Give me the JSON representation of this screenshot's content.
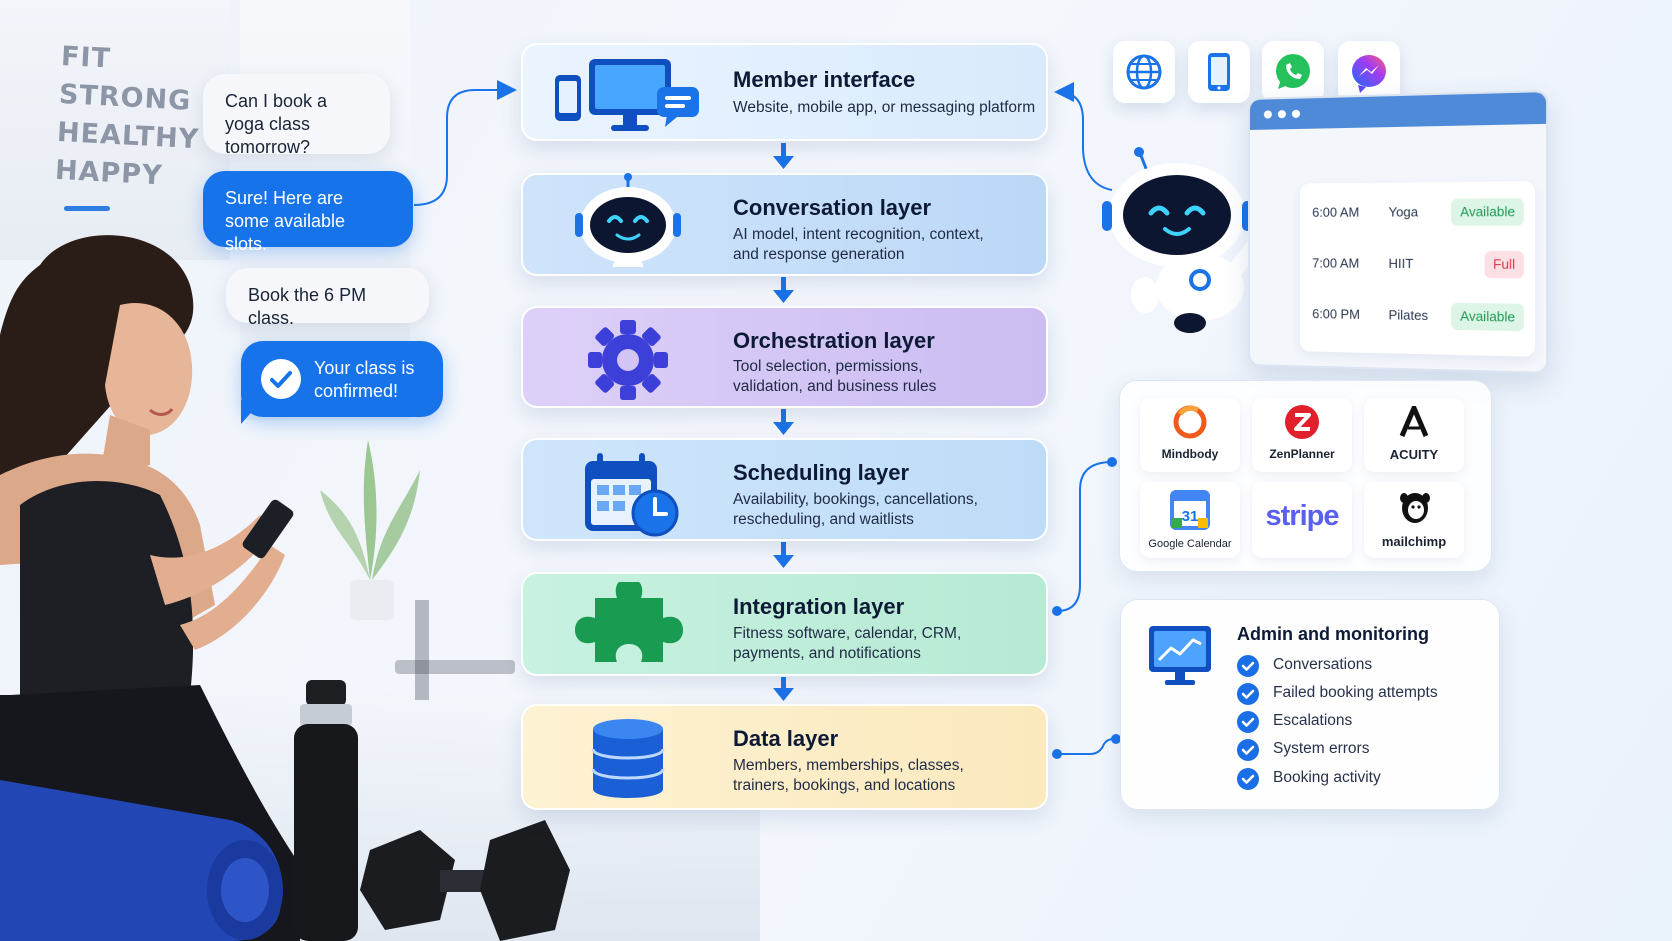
{
  "motto": [
    "FIT",
    "STRONG",
    "HEALTHY",
    "HAPPY"
  ],
  "chat": {
    "user_1": "Can I book a yoga class tomorrow?",
    "bot_1": "Sure! Here are some available slots.",
    "user_2": "Book the 6 PM class.",
    "bot_2": "Your class is confirmed!"
  },
  "layers": [
    {
      "title": "Member interface",
      "desc": "Website, mobile app, or messaging platform",
      "icon": "devices-icon",
      "color": "#e3f0fd"
    },
    {
      "title": "Conversation layer",
      "desc": "AI model, intent recognition, context, and response generation",
      "icon": "robot-icon",
      "color": "#c6defa"
    },
    {
      "title": "Orchestration layer",
      "desc": "Tool selection, permissions, validation, and business rules",
      "icon": "gear-icon",
      "color": "#d4c6f5"
    },
    {
      "title": "Scheduling layer",
      "desc": "Availability, bookings, cancellations, rescheduling, and waitlists",
      "icon": "calendar-clock-icon",
      "color": "#c7e0f9"
    },
    {
      "title": "Integration layer",
      "desc": "Fitness software, calendar, CRM, payments, and notifications",
      "icon": "puzzle-icon",
      "color": "#bfeeda"
    },
    {
      "title": "Data layer",
      "desc": "Members, memberships, classes, trainers, bookings, and locations",
      "icon": "database-icon",
      "color": "#fcedc8"
    }
  ],
  "channels": [
    "globe-icon",
    "mobile-phone-icon",
    "whatsapp-icon",
    "messenger-icon"
  ],
  "schedule": {
    "rows": [
      {
        "time": "6:00 AM",
        "class": "Yoga",
        "status": "Available"
      },
      {
        "time": "7:00 AM",
        "class": "HIIT",
        "status": "Full"
      },
      {
        "time": "6:00 PM",
        "class": "Pilates",
        "status": "Available"
      }
    ]
  },
  "integrations": {
    "mindbody": "Mindbody",
    "zenplanner": "ZenPlanner",
    "acuity": "ACUITY",
    "google_calendar": "Google Calendar",
    "google_calendar_day": "31",
    "stripe": "stripe",
    "mailchimp": "mailchimp"
  },
  "admin": {
    "title": "Admin and monitoring",
    "items": [
      "Conversations",
      "Failed booking attempts",
      "Escalations",
      "System errors",
      "Booking activity"
    ]
  },
  "colors": {
    "accent": "#1673ea",
    "arrow": "#1a73e8",
    "available": "#1f9a55",
    "full": "#e0364f"
  }
}
